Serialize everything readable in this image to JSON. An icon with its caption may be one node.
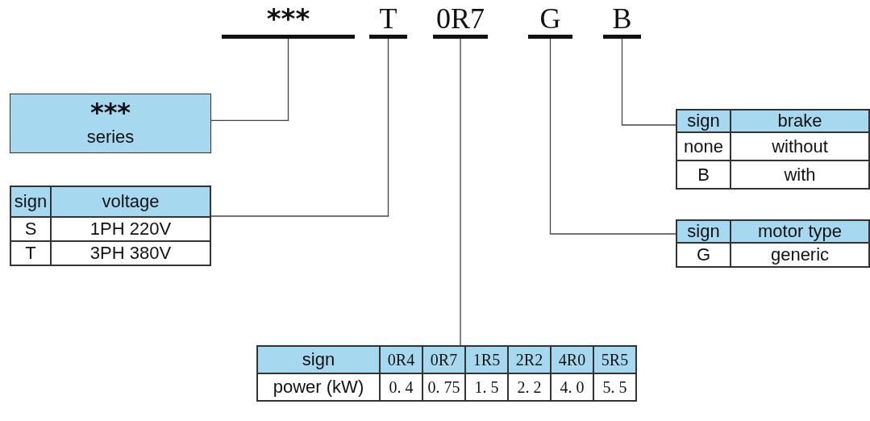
{
  "diagram": {
    "nodes": [
      {
        "text": [
          "***"
        ]
      },
      {
        "text": [
          "T"
        ]
      },
      {
        "text": [
          "0R7"
        ]
      },
      {
        "text": [
          "G"
        ]
      },
      {
        "text": [
          "B"
        ]
      },
      {
        "text": [
          "***",
          "series"
        ]
      },
      {
        "text": [
          "sign",
          "voltage",
          "S",
          "1PH 220V",
          "T",
          "3PH 380V"
        ]
      },
      {
        "text": [
          "sign",
          "brake",
          "none",
          "without",
          "B",
          "with"
        ]
      },
      {
        "text": [
          "sign",
          "motor type",
          "G",
          "generic"
        ]
      },
      {
        "text": [
          "sign",
          "0R4",
          "0R7",
          "1R5",
          "2R2",
          "4R0",
          "5R5",
          "power (kW)",
          "0. 4",
          "0. 75",
          "1. 5",
          "2. 2",
          "4. 0",
          "5. 5"
        ]
      }
    ],
    "edges": [
      {
        "from": 0,
        "to": 5,
        "arrow": "none"
      },
      {
        "from": 1,
        "to": 6,
        "arrow": "none"
      },
      {
        "from": 2,
        "to": 9,
        "arrow": "none"
      },
      {
        "from": 3,
        "to": 8,
        "arrow": "none"
      },
      {
        "from": 4,
        "to": 7,
        "arrow": "none"
      }
    ]
  }
}
